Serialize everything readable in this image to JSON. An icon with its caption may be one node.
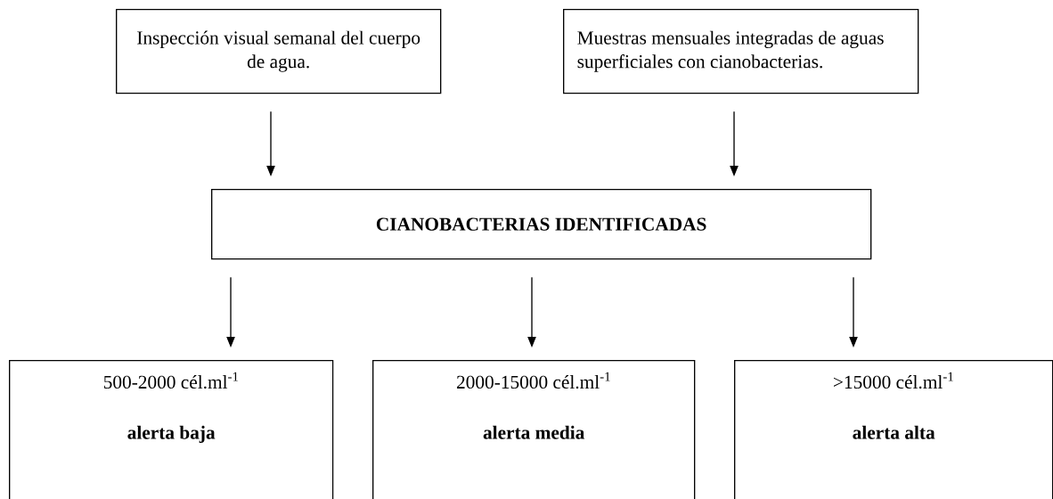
{
  "diagram": {
    "nodes": [
      {
        "text": [
          "Inspección visual semanal del cuerpo de agua."
        ]
      },
      {
        "text": [
          "Muestras mensuales integradas de aguas superficiales con cianobacterias."
        ]
      },
      {
        "text": [
          "CIANOBACTERIAS IDENTIFICADAS"
        ]
      },
      {
        "text": [
          "500-2000 cél.ml$^{-1}$",
          "alerta baja"
        ]
      },
      {
        "text": [
          "2000-15000 cél.ml$^{-1}$",
          "alerta media"
        ]
      },
      {
        "text": [
          ">15000 cél.ml$^{-1}$",
          "alerta alta"
        ]
      }
    ],
    "edges": [
      {
        "from": 0,
        "to": 2,
        "arrow": "to"
      },
      {
        "from": 1,
        "to": 2,
        "arrow": "to"
      },
      {
        "from": 2,
        "to": 3,
        "arrow": "to"
      },
      {
        "from": 2,
        "to": 4,
        "arrow": "to"
      },
      {
        "from": 2,
        "to": 5,
        "arrow": "to"
      }
    ]
  }
}
